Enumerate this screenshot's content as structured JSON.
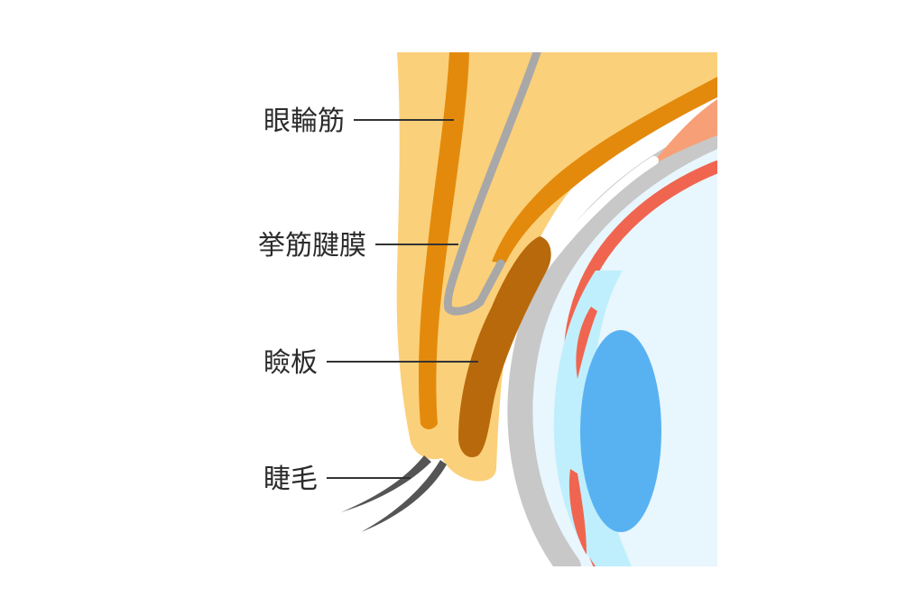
{
  "labels": {
    "orbicularis": "眼輪筋",
    "levator_aponeurosis": "挙筋腱膜",
    "tarsal_plate": "瞼板",
    "eyelashes": "睫毛"
  },
  "colors": {
    "skin": "#FBD07A",
    "orbicularis_muscle": "#E38A0C",
    "aponeurosis": "#A8A8A8",
    "tarsus": "#B8690B",
    "sclera_outer": "#C8C8C8",
    "vessel_red": "#F06550",
    "cornea_light": "#BFEFFC",
    "iris_blue": "#58B2F2",
    "eyelash": "#555555",
    "label_line": "#333333"
  }
}
